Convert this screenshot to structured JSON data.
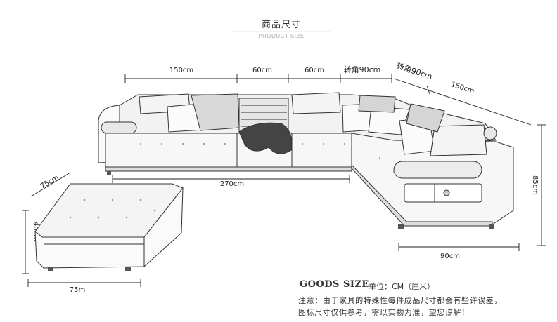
{
  "header": {
    "title_cn": "商品尺寸",
    "title_en": "PRODUCT SIZE"
  },
  "dimensions": {
    "top_150": "150cm",
    "top_60a": "60cm",
    "top_60b": "60cm",
    "corner_90a": "转角90cm",
    "corner_90b": "转角90cm",
    "right_150": "150cm",
    "depth_85": "85cm",
    "bottom_270": "270cm",
    "bottom_90": "90cm",
    "ottoman_75a": "75cm",
    "ottoman_40": "40cm",
    "ottoman_75b": "75m"
  },
  "footer": {
    "goods_size": "GOODS SIZE",
    "unit": "单位：CM（厘米）",
    "note_line1": "注意：由于家具的特殊性每件成品尺寸都会有些许误差，",
    "note_line2": "图标尺寸仅供参考，需以实物为准，望您谅解！"
  }
}
